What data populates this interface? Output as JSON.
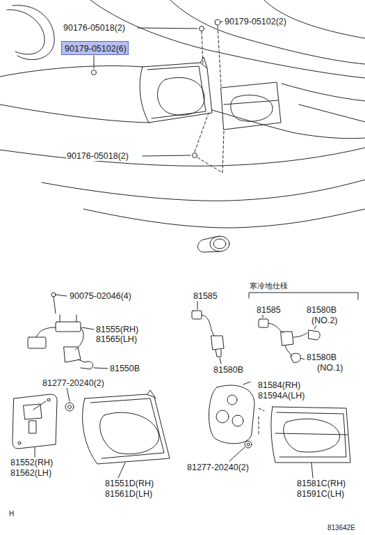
{
  "diagram": {
    "nodes": [
      {
        "text": [
          "90179-05102(6)"
        ]
      }
    ],
    "labels": [
      "90176-05018(2)",
      "90179-05102(2)",
      "90176-05018(2)",
      "90075-02046(4)",
      "81555(RH)",
      "81565(LH)",
      "81550B",
      "81585",
      "寒冷地仕様",
      "81585",
      "81580B",
      "(NO.2)",
      "81580B",
      "81580B",
      "(NO.1)",
      "81277-20240(2)",
      "81584(RH)",
      "81594A(LH)",
      "81552(RH)",
      "81562(LH)",
      "81551D(RH)",
      "81561D(LH)",
      "81277-20240(2)",
      "81581C(RH)",
      "81591C(LH)",
      "H",
      "813642E"
    ]
  }
}
